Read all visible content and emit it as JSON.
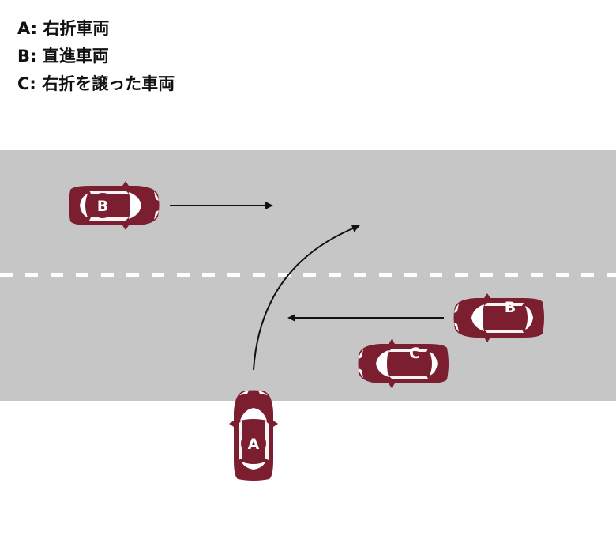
{
  "legend": [
    {
      "text": "A: 右折車両"
    },
    {
      "text": "B: 直進車両"
    },
    {
      "text": "C: 右折を譲った車両"
    }
  ],
  "cars": [
    {
      "id": "b-top",
      "label": "B",
      "direction": "right"
    },
    {
      "id": "b-right",
      "label": "B",
      "direction": "left"
    },
    {
      "id": "c",
      "label": "C",
      "direction": "left"
    },
    {
      "id": "a",
      "label": "A",
      "direction": "up"
    }
  ],
  "colors": {
    "road": "#c6c6c6",
    "lane_marking": "#ffffff",
    "car_body": "#7b1e2f",
    "car_window": "#ffffff",
    "arrow": "#111111",
    "background": "#ffffff"
  }
}
